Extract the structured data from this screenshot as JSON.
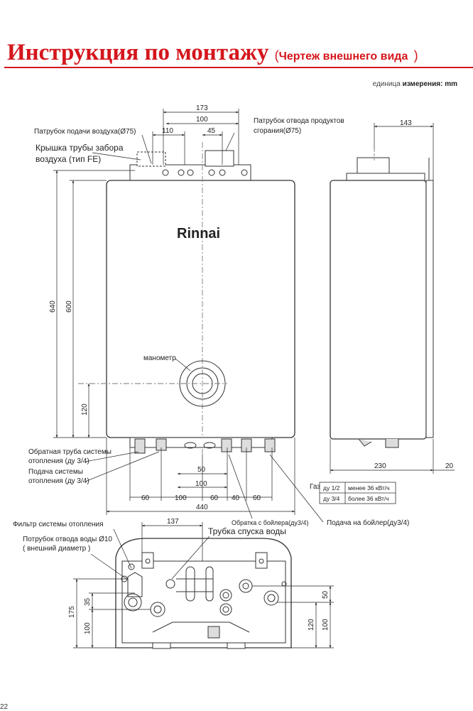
{
  "header": {
    "title": "Инструкция по монтажу",
    "subtitle_open": "(",
    "subtitle": "Чертеж внешнего вида",
    "subtitle_close": ")",
    "units_prefix": "единица ",
    "units_label": "измерения:",
    "units_value": "mm"
  },
  "front_view": {
    "brand": "Rinnai",
    "air_intake_label": "Патрубок подачи воздуха(Ø75)",
    "cap_label_1": "Крышка трубы забора",
    "cap_label_2": "воздуха (тип FE)",
    "exhaust_label_1": "Патрубок отвода продуктов",
    "exhaust_label_2": "сгорания(Ø75)",
    "manometer_label": "манометр",
    "return_label_1": "Обратная труба системы",
    "return_label_2": "отопления (ду 3/4)",
    "supply_label_1": "Подача системы",
    "supply_label_2": "отопления (ду 3/4)",
    "boiler_return_label": "Обратка с бойлера(ду3/4)",
    "boiler_supply_label": "Подача на бойлер(ду3/4)",
    "dims": {
      "d173": "173",
      "d100_top": "100",
      "d110": "110",
      "d45": "45",
      "d640": "640",
      "d600": "600",
      "d120": "120",
      "d50": "50",
      "d100_mid": "100",
      "b60a": "60",
      "b100": "100",
      "b60b": "60",
      "b40": "40",
      "b60c": "60",
      "d440": "440"
    }
  },
  "side_view": {
    "d143": "143",
    "d230": "230",
    "d20": "20"
  },
  "gas_table": {
    "label": "Газ",
    "rows": [
      {
        "size": "ду 1/2",
        "power": "менее 36 кВт/ч"
      },
      {
        "size": "ду 3/4",
        "power": "более 36 кВт/ч"
      }
    ]
  },
  "bottom_view": {
    "filter_label": "Фильтр системы отопления",
    "drain_label_1": "Потрубок отвода воды Ø10",
    "drain_label_2": "( внешний диаметр )",
    "drain_tube_label": "Трубка спуска воды",
    "dims": {
      "d137": "137",
      "d175": "175",
      "d35": "35",
      "d100_left": "100",
      "d50": "50",
      "d120": "120",
      "d100_right": "100"
    }
  },
  "footer": {
    "page": "22"
  }
}
